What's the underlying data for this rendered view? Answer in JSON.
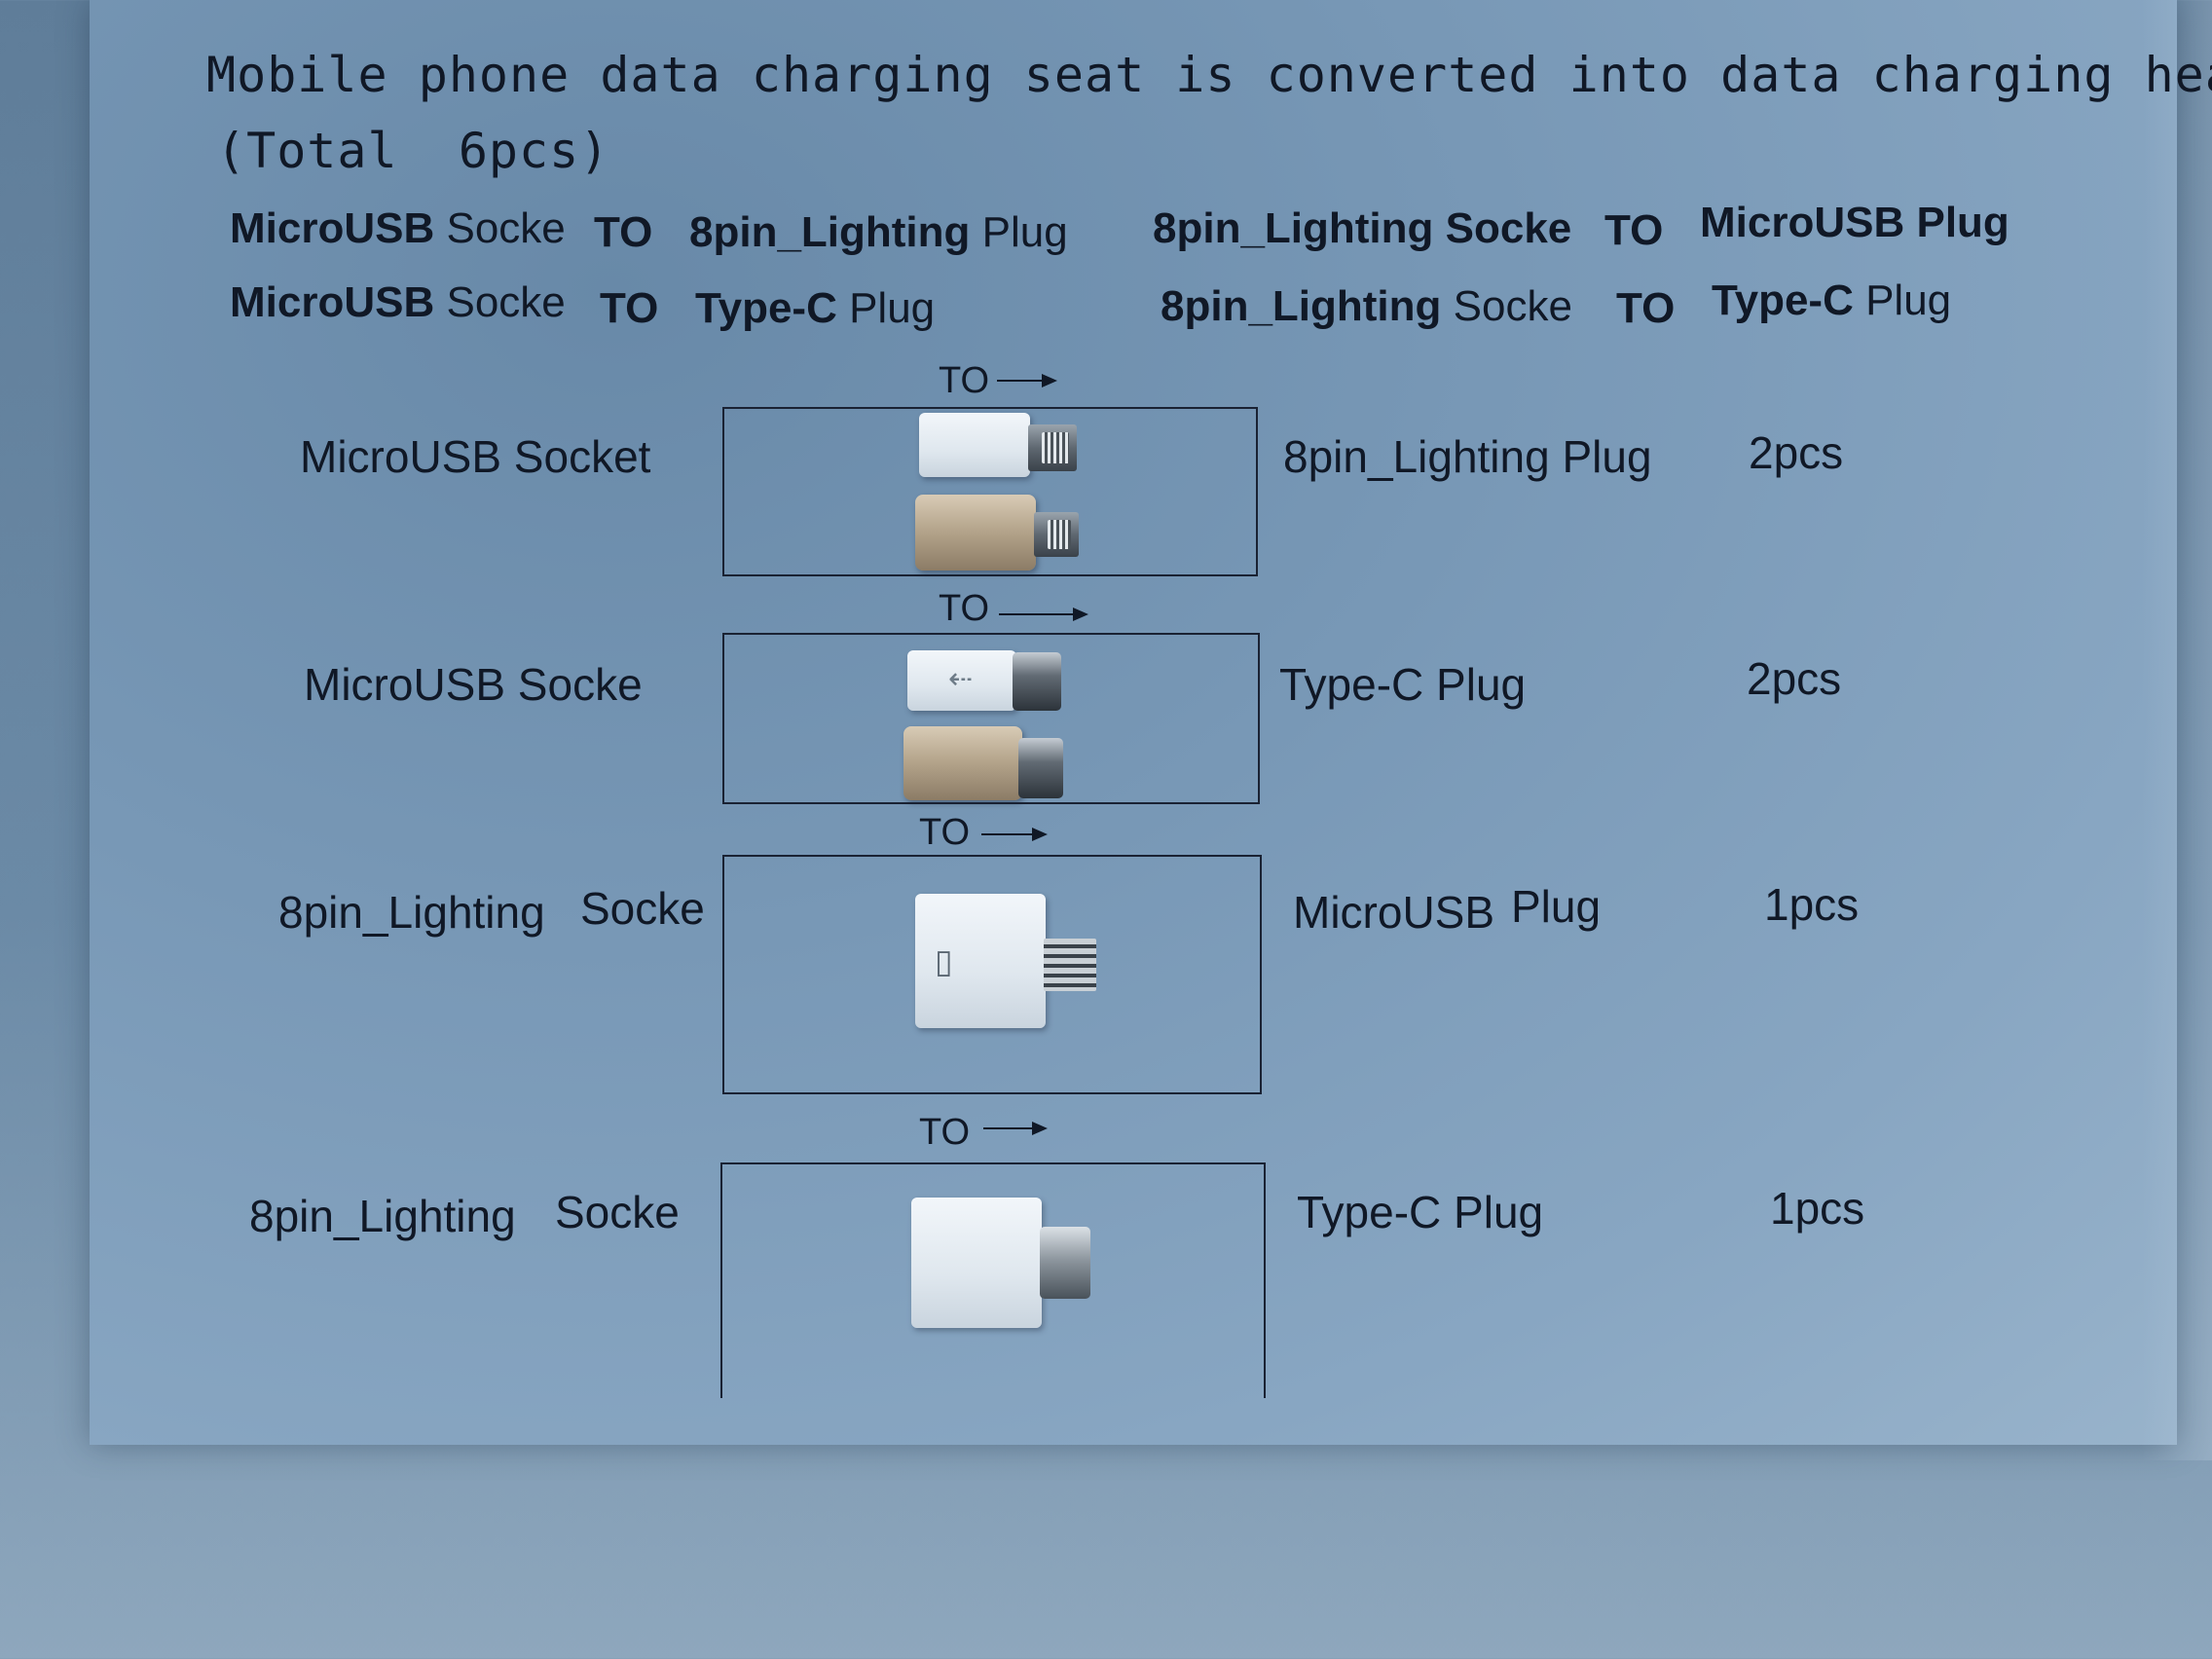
{
  "title": {
    "line1": "Mobile phone data charging seat is converted into data charging head",
    "line2": "(Total  6pcs)"
  },
  "summary": {
    "row1_left": {
      "from_b": "MicroUSB",
      "from": " Socke",
      "to": "TO",
      "target_b": "8pin_Lighting",
      "target": " Plug"
    },
    "row1_right": {
      "from_b": "8pin_Lighting Socke",
      "to": "TO",
      "target_b": "MicroUSB",
      "target": " Plug"
    },
    "row2_left": {
      "from_b": "MicroUSB",
      "from": " Socke",
      "to": "TO",
      "target_b": "Type-C",
      "target": " Plug"
    },
    "row2_right": {
      "from_b": "8pin_Lighting",
      "from": " Socke",
      "to": "TO",
      "target_b": "Type-C",
      "target": " Plug"
    }
  },
  "items": [
    {
      "to": "TO",
      "source": "MicroUSB Socket",
      "target": "8pin_Lighting Plug",
      "qty": "2pcs"
    },
    {
      "to": "TO",
      "source": "MicroUSB Socke",
      "target": "Type-C Plug",
      "qty": "2pcs"
    },
    {
      "to": "TO",
      "source_a": "8pin_Lighting",
      "source_b": "Socke",
      "target_a": "MicroUSB",
      "target_b": "Plug",
      "qty": "1pcs"
    },
    {
      "to": "TO",
      "source_a": "8pin_Lighting",
      "source_b": "Socke",
      "target": "Type-C Plug",
      "qty": "1pcs"
    }
  ],
  "icons": {
    "usb": "usb-icon",
    "lightning_port": "lightning-port-icon"
  },
  "colors": {
    "paper": "#7898b6",
    "ink": "#101826",
    "gold_adapter": "#b6a68d",
    "white_adapter": "#e6edf3"
  }
}
